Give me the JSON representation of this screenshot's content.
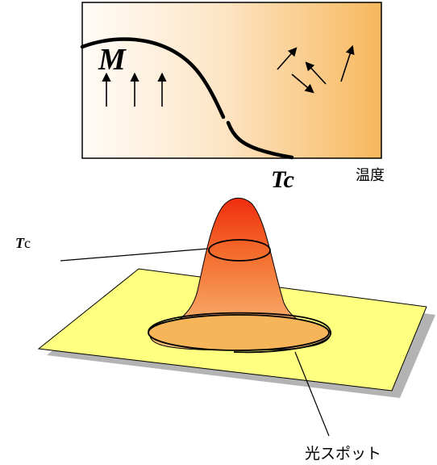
{
  "top_panel": {
    "magnetization_label": "M",
    "curie_temp_label": "Tc",
    "x_axis_label": "温度"
  },
  "bottom_panel": {
    "tc_label_T": "T",
    "tc_label_c": "c",
    "light_spot_label": "光スポット"
  },
  "colors": {
    "panel_gradient_start": "#fffaf3",
    "panel_gradient_end": "#f7b85d",
    "plate_fill": "#ffff80",
    "plate_shadow": "#b3b3b3",
    "peak_top": "#f12f10",
    "peak_bottom": "#f7c07c",
    "ellipse_fill": "#f7b55a",
    "curve": "#000000"
  }
}
